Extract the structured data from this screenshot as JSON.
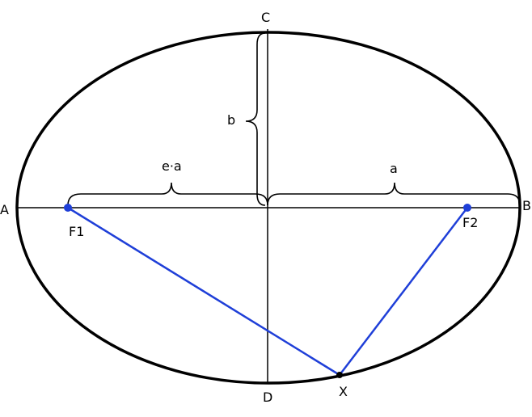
{
  "labels": {
    "vertex_left": "A",
    "vertex_right": "B",
    "covertex_top": "C",
    "covertex_bottom": "D",
    "focus_left": "F1",
    "focus_right": "F2",
    "point_on_curve": "X",
    "semi_major": "a",
    "semi_minor": "b",
    "focal_distance": "e·a"
  },
  "colors": {
    "outline": "#000000",
    "focus": "#1f3fd8",
    "focal_lines": "#1f3fd8",
    "point": "#000000"
  }
}
